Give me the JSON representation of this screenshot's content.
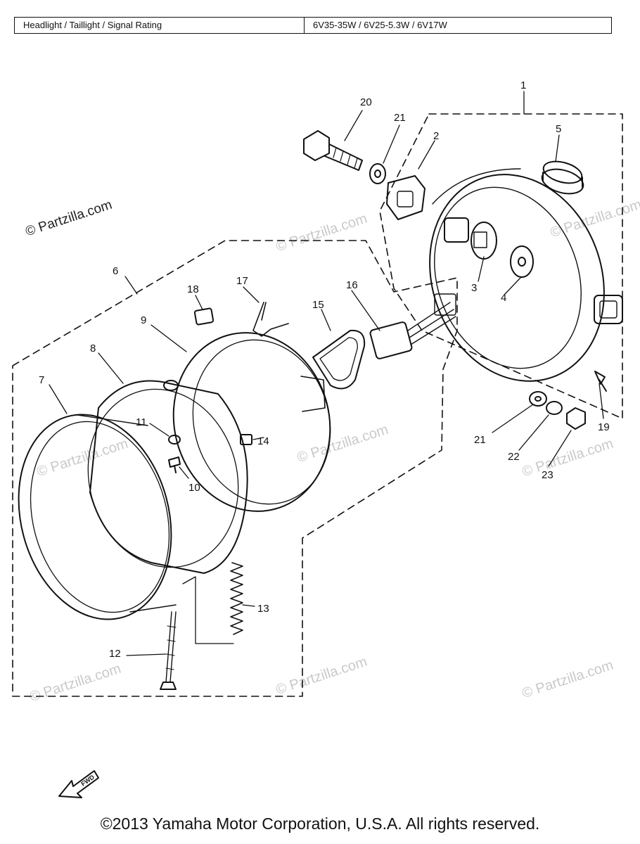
{
  "spec": {
    "label": "Headlight / Taillight / Signal Rating",
    "value": "6V35-35W / 6V25-5.3W / 6V17W"
  },
  "watermarks": {
    "main": "© Partzilla.com",
    "faint": "© Partzilla.com"
  },
  "callouts": [
    {
      "id": "1",
      "text": "1"
    },
    {
      "id": "2",
      "text": "2"
    },
    {
      "id": "3",
      "text": "3"
    },
    {
      "id": "4",
      "text": "4"
    },
    {
      "id": "5",
      "text": "5"
    },
    {
      "id": "6",
      "text": "6"
    },
    {
      "id": "7",
      "text": "7"
    },
    {
      "id": "8",
      "text": "8"
    },
    {
      "id": "9",
      "text": "9"
    },
    {
      "id": "10",
      "text": "10"
    },
    {
      "id": "11",
      "text": "11"
    },
    {
      "id": "12",
      "text": "12"
    },
    {
      "id": "13",
      "text": "13"
    },
    {
      "id": "14",
      "text": "14"
    },
    {
      "id": "15",
      "text": "15"
    },
    {
      "id": "16",
      "text": "16"
    },
    {
      "id": "17",
      "text": "17"
    },
    {
      "id": "18",
      "text": "18"
    },
    {
      "id": "19",
      "text": "19"
    },
    {
      "id": "20",
      "text": "20"
    },
    {
      "id": "21a",
      "text": "21"
    },
    {
      "id": "21b",
      "text": "21"
    },
    {
      "id": "22",
      "text": "22"
    },
    {
      "id": "23",
      "text": "23"
    }
  ],
  "fwd_label": "FWD",
  "copyright": "©2013  Yamaha Motor Corporation, U.S.A. All rights reserved."
}
